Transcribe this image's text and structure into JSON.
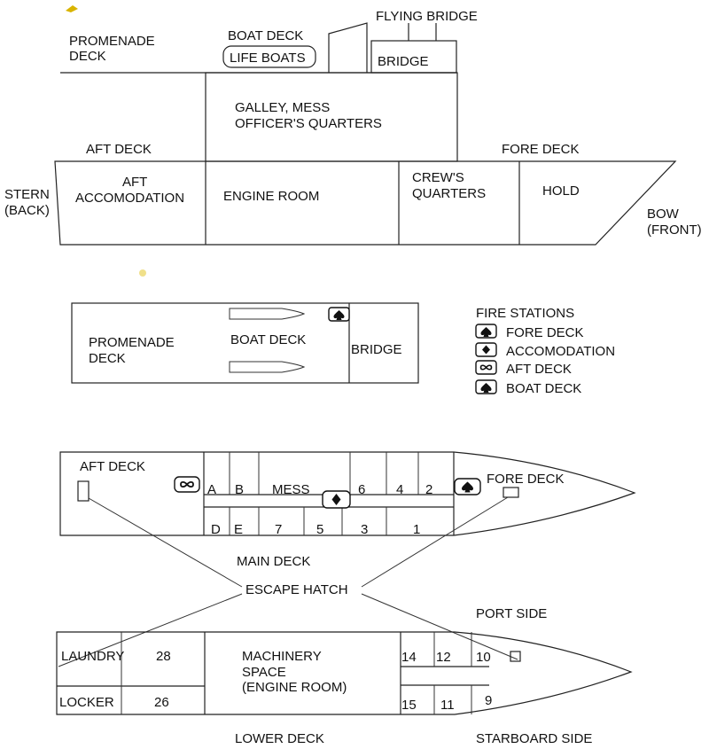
{
  "side_view": {
    "promenade_deck": [
      "PROMENADE",
      "DECK"
    ],
    "boat_deck": "BOAT DECK",
    "life_boats": "LIFE BOATS",
    "flying_bridge": "FLYING BRIDGE",
    "bridge": "BRIDGE",
    "galley": [
      "GALLEY, MESS",
      "OFFICER'S QUARTERS"
    ],
    "aft_deck": "AFT DECK",
    "fore_deck": "FORE DECK",
    "stern": [
      "STERN",
      "(BACK)"
    ],
    "aft_accomodation": [
      "AFT",
      "ACCOMODATION"
    ],
    "engine_room": "ENGINE ROOM",
    "crews_quarters": [
      "CREW'S",
      "QUARTERS"
    ],
    "hold": "HOLD",
    "bow": [
      "BOW",
      "(FRONT)"
    ]
  },
  "top_deck": {
    "promenade_deck": [
      "PROMENADE",
      "DECK"
    ],
    "boat_deck": "BOAT DECK",
    "bridge": "BRIDGE"
  },
  "legend": {
    "title": "FIRE STATIONS",
    "items": [
      {
        "icon": "spade-icon",
        "label": "FORE DECK"
      },
      {
        "icon": "diamond-icon",
        "label": "ACCOMODATION"
      },
      {
        "icon": "infinity-icon",
        "label": "AFT DECK"
      },
      {
        "icon": "spade-icon",
        "label": "BOAT DECK"
      }
    ]
  },
  "main_deck": {
    "aft_deck": "AFT DECK",
    "fore_deck": "FORE DECK",
    "title": "MAIN DECK",
    "top_row": [
      "A",
      "B",
      "MESS",
      "6",
      "4",
      "2"
    ],
    "bottom_row": [
      "D",
      "E",
      "7",
      "5",
      "3",
      "1"
    ]
  },
  "escape_hatch": "ESCAPE HATCH",
  "port_side": "PORT SIDE",
  "starboard_side": "STARBOARD  SIDE",
  "lower_deck": {
    "title": "LOWER DECK",
    "laundry": "LAUNDRY",
    "locker": "LOCKER",
    "machinery": [
      "MACHINERY",
      "SPACE",
      "(ENGINE ROOM)"
    ],
    "cabins_top": [
      "28",
      "14",
      "12",
      "10"
    ],
    "cabins_bottom": [
      "26",
      "15",
      "11",
      "9"
    ]
  }
}
